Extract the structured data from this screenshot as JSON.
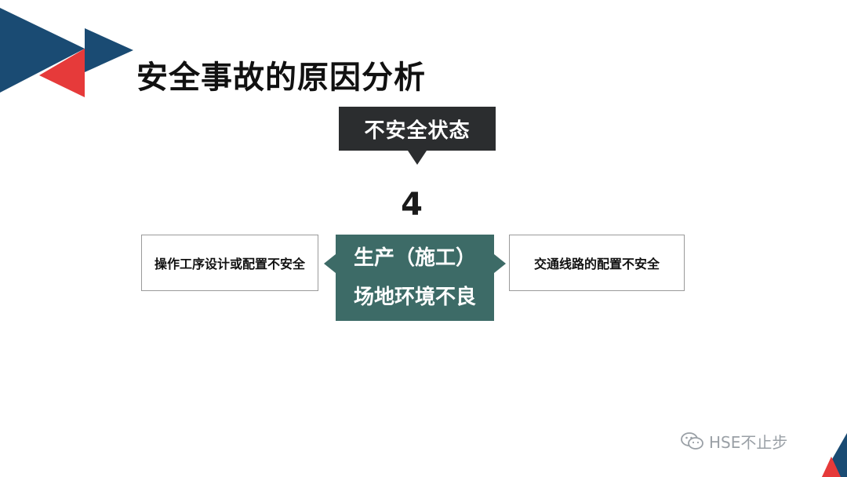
{
  "title": "安全事故的原因分析",
  "category": "不安全状态",
  "number": "4",
  "left_box": "操作工序设计或配置不安全",
  "center_box": {
    "line1": "生产（施工）",
    "line2": "场地环境不良"
  },
  "right_box": "交通线路的配置不安全",
  "watermark": "HSE不止步",
  "colors": {
    "navy": "#1a4b73",
    "red": "#e63a3a",
    "teal": "#3d6b67",
    "dark": "#2b2d2f"
  }
}
